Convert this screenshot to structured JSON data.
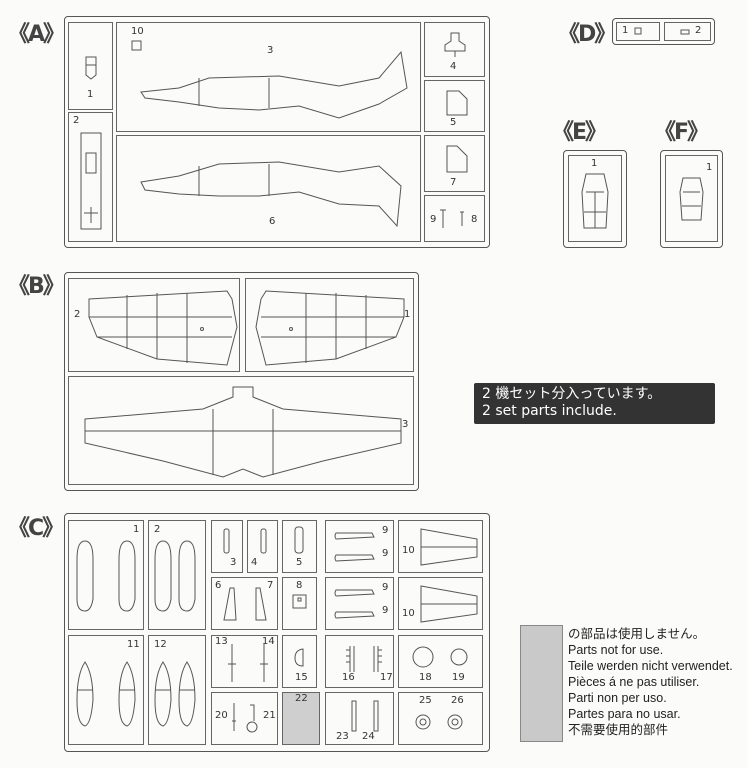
{
  "sections": {
    "a": "《A》",
    "b": "《B》",
    "c": "《C》",
    "d": "《D》",
    "e": "《E》",
    "f": "《F》"
  },
  "a_parts": [
    "1",
    "2",
    "3",
    "4",
    "5",
    "6",
    "7",
    "8",
    "9",
    "10"
  ],
  "b_parts": [
    "1",
    "2",
    "3"
  ],
  "c_parts": [
    "1",
    "2",
    "3",
    "4",
    "5",
    "6",
    "7",
    "8",
    "9",
    "10",
    "11",
    "12",
    "13",
    "14",
    "15",
    "16",
    "17",
    "18",
    "19",
    "20",
    "21",
    "22",
    "23",
    "24",
    "25",
    "26"
  ],
  "d_parts": [
    "1",
    "2"
  ],
  "e_parts": [
    "1"
  ],
  "f_parts": [
    "1"
  ],
  "note": {
    "line1": "2 機セット分入っています。",
    "line2": "2 set parts include."
  },
  "legend": {
    "lines": [
      "の部品は使用しません。",
      "Parts not for use.",
      "Teile werden nicht verwendet.",
      "Pièces á ne pas utiliser.",
      "Parti non per uso.",
      "Partes para no usar.",
      "不需要使用的部件"
    ]
  },
  "colors": {
    "unused": "#c9c9c9",
    "note_bg": "#333333"
  }
}
